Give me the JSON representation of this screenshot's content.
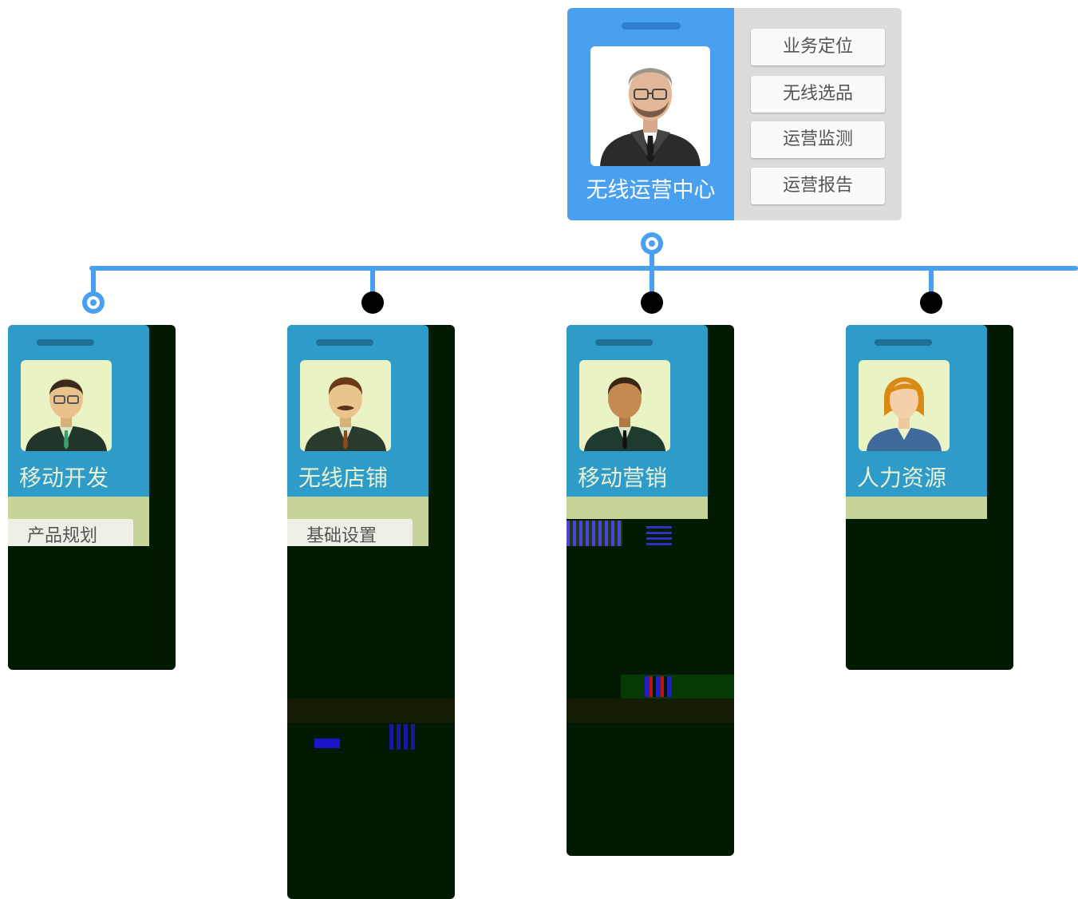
{
  "root": {
    "name": "无线运营中心",
    "buttons": [
      "业务定位",
      "无线选品",
      "运营监测",
      "运营报告"
    ]
  },
  "departments": [
    {
      "name": "移动开发",
      "sub_items": [
        "产品规划"
      ]
    },
    {
      "name": "无线店铺",
      "sub_items": [
        "基础设置"
      ]
    },
    {
      "name": "移动营销",
      "sub_items": []
    },
    {
      "name": "人力资源",
      "sub_items": []
    }
  ],
  "colors": {
    "connector": "#4aa0f0",
    "root_card": "#4aa0f0",
    "child_header": "#2e9bc8",
    "child_body": "#021902"
  }
}
